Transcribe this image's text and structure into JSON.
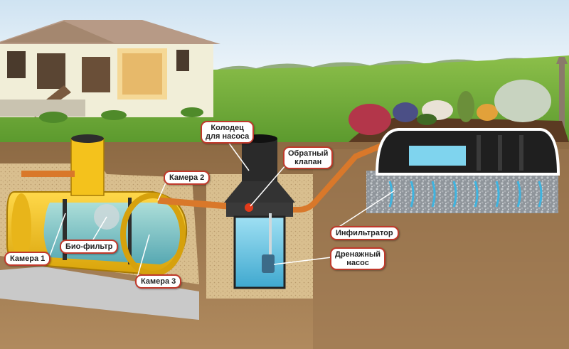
{
  "labels": {
    "chamber1": "Камера 1",
    "chamber2": "Камера 2",
    "chamber3": "Камера 3",
    "biofilter": "Био-фильтр",
    "pump_well": {
      "line1": "Колодец",
      "line2": "для насоса"
    },
    "check_valve": {
      "line1": "Обратный",
      "line2": "клапан"
    },
    "infiltrator": "Инфильтратор",
    "drain_pump": {
      "line1": "Дренажный",
      "line2": "насос"
    }
  },
  "colors": {
    "sky": "#dcebf5",
    "grass": "#6fae3a",
    "soil": "#a07b52",
    "tank": "#f2c21b",
    "pipe": "#d9782a",
    "water": "#6fc9e6",
    "callout_border": "#c0392b"
  }
}
